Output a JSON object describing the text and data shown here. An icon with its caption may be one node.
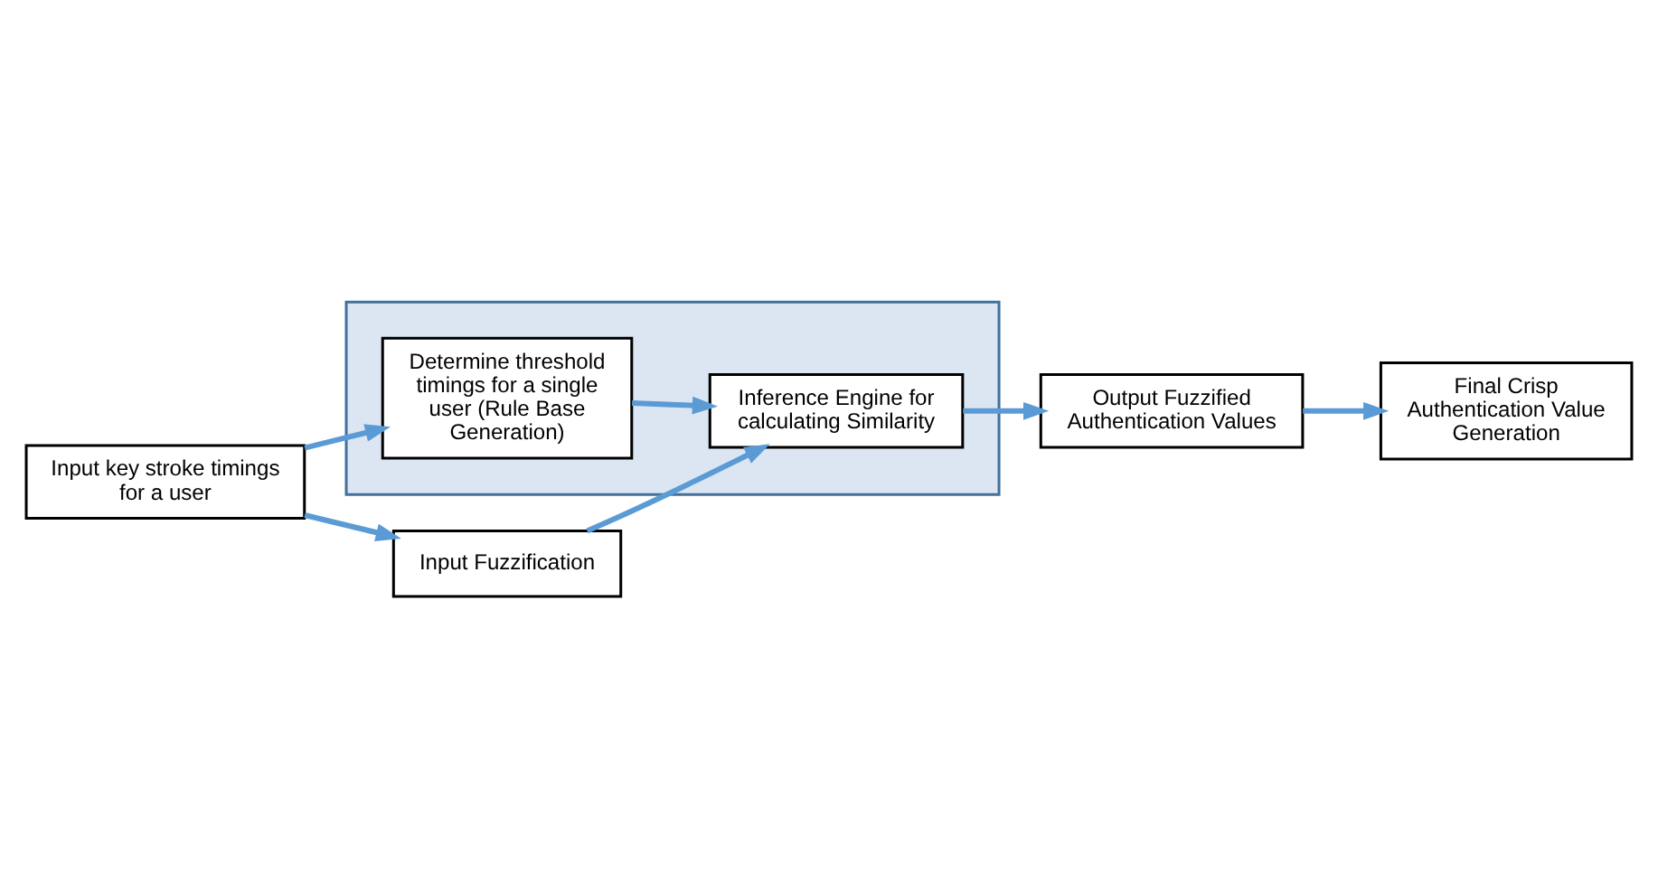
{
  "diagram": {
    "nodes": [
      {
        "text": [],
        "shape": "box"
      },
      {
        "text": [
          "Determine threshold timings for a single user (Rule Base Generation)"
        ],
        "in": 0
      },
      {
        "text": [
          "Input key stroke timings for a user"
        ]
      },
      {
        "text": [
          "Input Fuzzification"
        ]
      },
      {
        "text": [
          "Inference Engine for calculating Similarity"
        ],
        "in": 0
      },
      {
        "text": [
          "Output Fuzzified Authentication Values"
        ]
      },
      {
        "text": [
          "Final Crisp Authentication Value Generation"
        ]
      }
    ],
    "edges": [
      {
        "from": 2,
        "to": 1,
        "arrow": "to"
      },
      {
        "from": 2,
        "to": 3,
        "arrow": "to"
      },
      {
        "from": 1,
        "to": 4,
        "arrow": "to"
      },
      {
        "from": 3,
        "to": 4,
        "arrow": "to"
      },
      {
        "from": 4,
        "to": 5,
        "arrow": "to"
      },
      {
        "from": 5,
        "to": 6,
        "arrow": "to"
      }
    ]
  }
}
